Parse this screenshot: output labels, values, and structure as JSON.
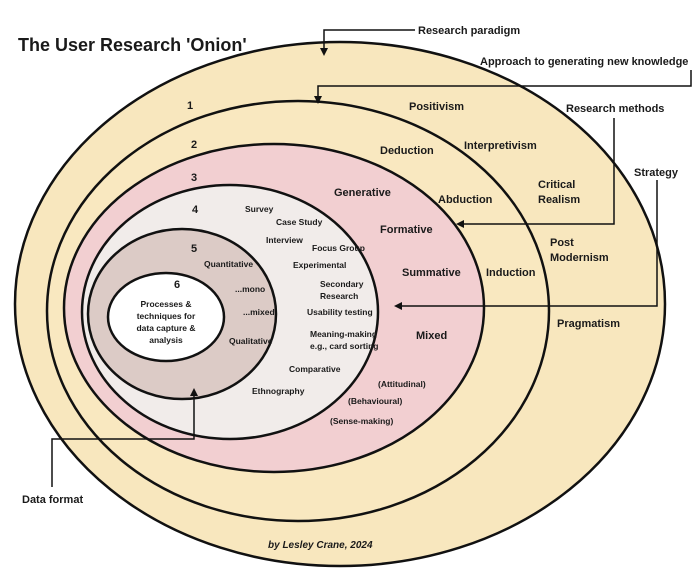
{
  "title": "The User Research 'Onion'",
  "credit": "by Lesley Crane, 2024",
  "colors": {
    "outer_ring": "#f8e7be",
    "ring2": "#f9e8c0",
    "ring3": "#f2cfd1",
    "ring4": "#f1ecea",
    "ring5": "#dccbc6",
    "core": "#ffffff",
    "stroke": "#111111"
  },
  "layers": [
    {
      "number": "1",
      "items": [
        "Positivism",
        "Interpretivism",
        "Critical",
        "Realism",
        "Post",
        "Modernism",
        "Pragmatism"
      ]
    },
    {
      "number": "2",
      "items": [
        "Deduction",
        "Abduction",
        "Induction"
      ]
    },
    {
      "number": "3",
      "items": [
        "Generative",
        "Formative",
        "Summative",
        "Mixed",
        "(Attitudinal)",
        "(Behavioural)",
        "(Sense-making)"
      ]
    },
    {
      "number": "4",
      "items": [
        "Survey",
        "Case Study",
        "Interview",
        "Focus Group",
        "Experimental",
        "Secondary",
        "Research",
        "Usability testing",
        "Meaning-making",
        "e.g., card sorting",
        "Comparative",
        "Ethnography"
      ]
    },
    {
      "number": "5",
      "items": [
        "Quantitative",
        "...mono",
        "...mixed",
        "Qualitative"
      ]
    },
    {
      "number": "6",
      "items": [
        "Processes &",
        "techniques for",
        "data capture &",
        "analysis"
      ]
    }
  ],
  "callouts": {
    "paradigm": "Research paradigm",
    "approach": "Approach to generating new knowledge",
    "methods": "Research methods",
    "strategy": "Strategy",
    "data_format": "Data format"
  }
}
